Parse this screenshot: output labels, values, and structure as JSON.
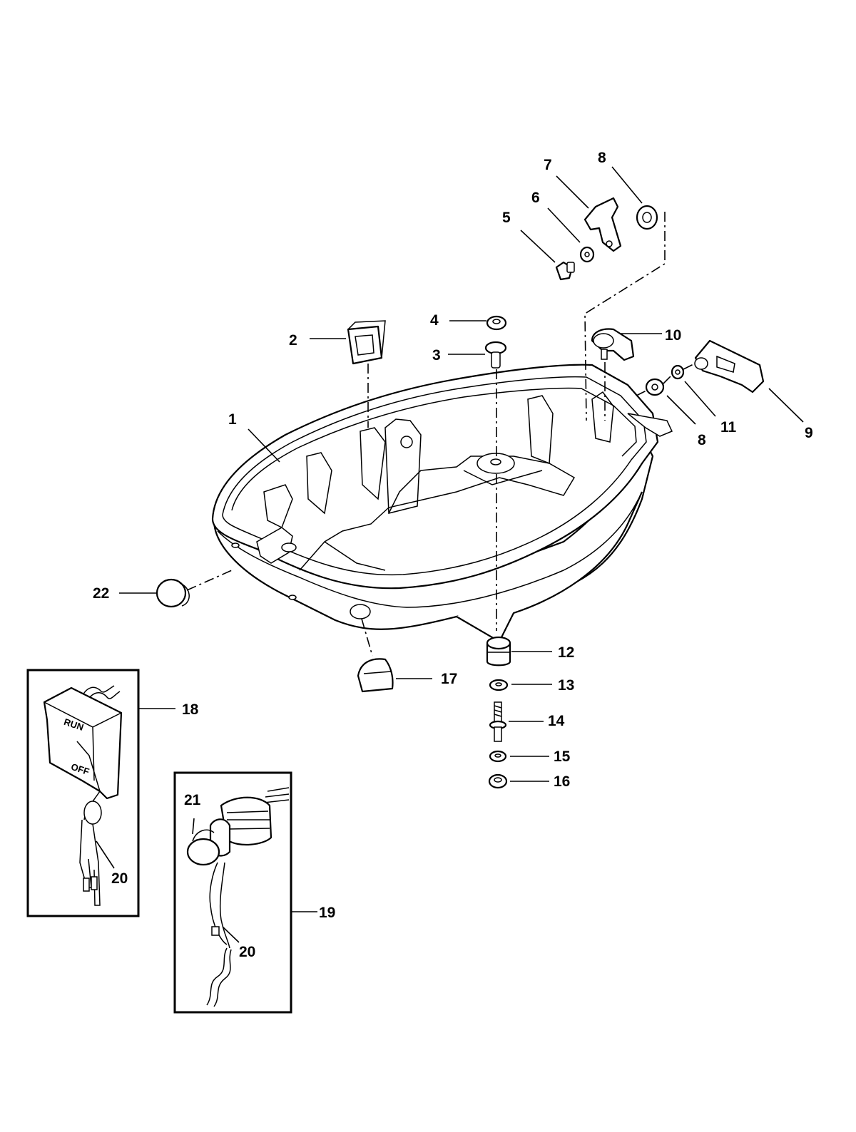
{
  "callouts": {
    "c1": "1",
    "c2": "2",
    "c3": "3",
    "c4": "4",
    "c5": "5",
    "c6": "6",
    "c7": "7",
    "c8a": "8",
    "c8b": "8",
    "c9": "9",
    "c10": "10",
    "c11": "11",
    "c12": "12",
    "c13": "13",
    "c14": "14",
    "c15": "15",
    "c16": "16",
    "c17": "17",
    "c18": "18",
    "c19": "19",
    "c20a": "20",
    "c20b": "20",
    "c21": "21",
    "c22": "22"
  },
  "inset_left": {
    "switch_text_top": "RUN",
    "switch_text_bottom": "OFF"
  }
}
